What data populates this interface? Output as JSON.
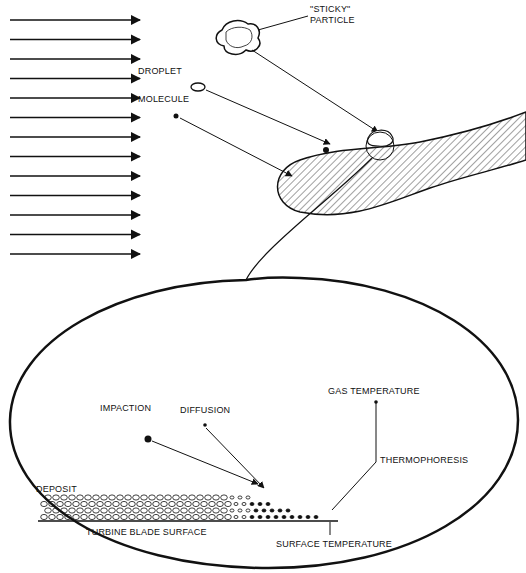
{
  "diagram": {
    "labels": [
      "\"STICKY\" PARTICLE",
      "DROPLET",
      "MOLECULE",
      "IMPACTION",
      "DIFFUSION",
      "GAS TEMPERATURE",
      "THERMOPHORESIS",
      "DEPOSIT",
      "TURBINE BLADE SURFACE",
      "SURFACE TEMPERATURE"
    ]
  }
}
